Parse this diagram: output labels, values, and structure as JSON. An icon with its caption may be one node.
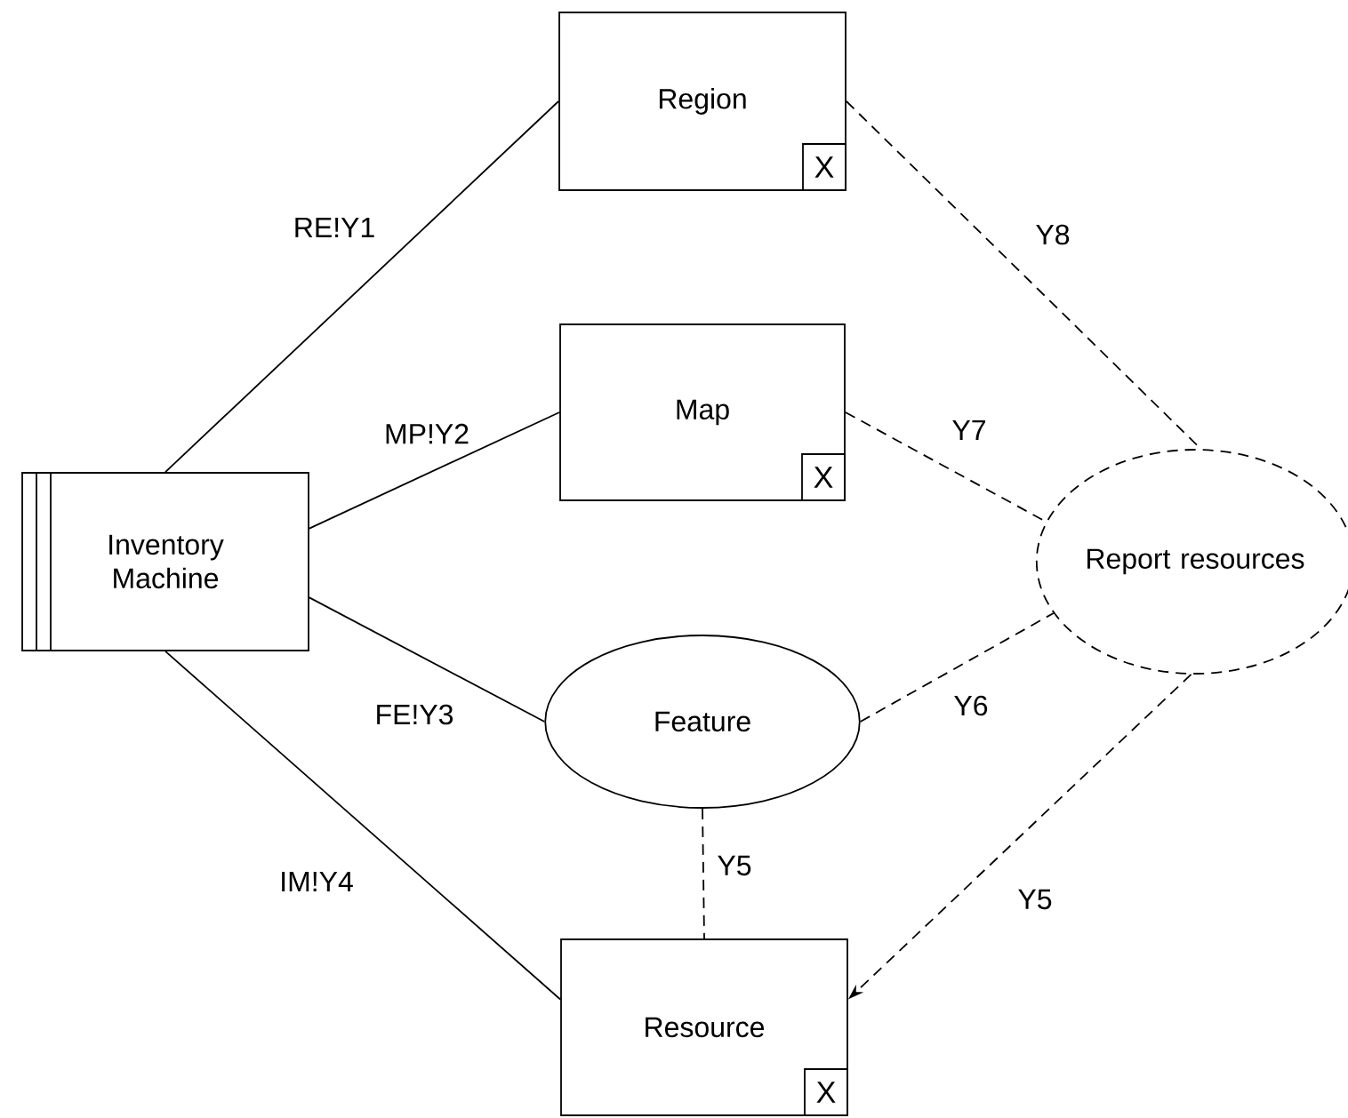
{
  "diagram": {
    "nodes": [
      {
        "text": [
          "Region"
        ]
      },
      {
        "text": [
          "X"
        ],
        "in": 0
      },
      {
        "text": [
          "Map"
        ]
      },
      {
        "text": [
          "X"
        ],
        "in": 2
      },
      {
        "text": [
          "Inventory Machine"
        ]
      },
      {
        "text": [
          "Report resources"
        ]
      },
      {
        "text": [
          "Feature"
        ]
      },
      {
        "text": [
          "Resource"
        ]
      },
      {
        "text": [
          "X"
        ],
        "in": 7
      }
    ],
    "edges": [
      {
        "from": 4,
        "to": 0,
        "arrow": "none",
        "label": "RE!Y1"
      },
      {
        "from": 4,
        "to": 2,
        "arrow": "none",
        "label": "MP!Y2"
      },
      {
        "from": 4,
        "to": 6,
        "arrow": "none",
        "label": "FE!Y3"
      },
      {
        "from": 4,
        "to": 7,
        "arrow": "none",
        "label": "IM!Y4"
      },
      {
        "from": 0,
        "to": 5,
        "arrow": "none",
        "label": "Y8",
        "style": "dashed"
      },
      {
        "from": 2,
        "to": 5,
        "arrow": "none",
        "label": "Y7",
        "style": "dashed"
      },
      {
        "from": 6,
        "to": 5,
        "arrow": "none",
        "label": "Y6",
        "style": "dashed"
      },
      {
        "from": 6,
        "to": 7,
        "arrow": "none",
        "label": "Y5",
        "style": "dashed"
      },
      {
        "from": 5,
        "to": 7,
        "arrow": "to",
        "label": "Y5",
        "style": "dashed"
      }
    ]
  }
}
